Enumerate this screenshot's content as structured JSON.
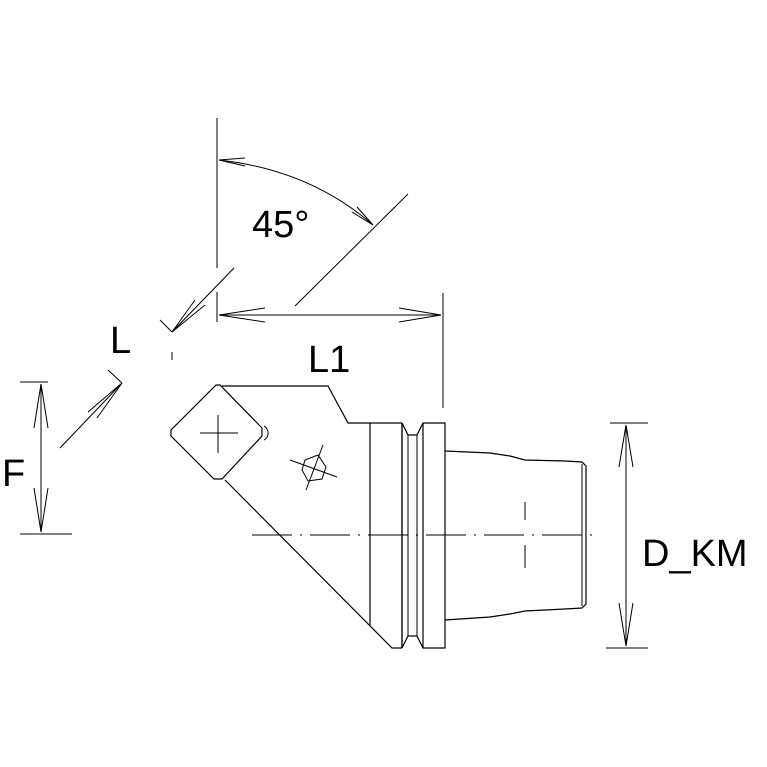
{
  "drawing": {
    "type": "tool holder technical drawing",
    "labels": {
      "angle": "45°",
      "l": "L",
      "l1": "L1",
      "f": "F",
      "d_km": "D_KM"
    },
    "colors": {
      "line": "#000000",
      "background": "#ffffff"
    }
  }
}
